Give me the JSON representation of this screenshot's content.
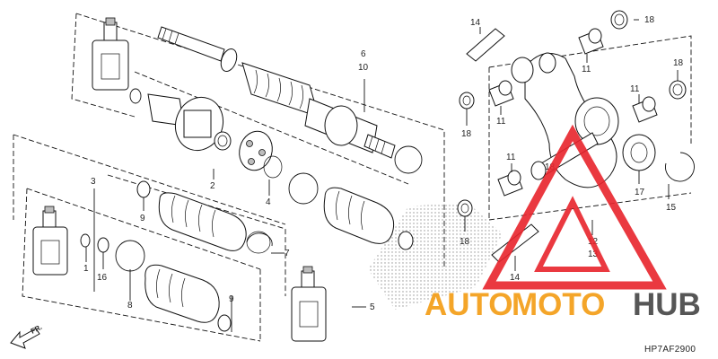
{
  "diagram": {
    "code": "HP7AF2900",
    "front_label": "FR.",
    "callouts": [
      "1",
      "2",
      "3",
      "4",
      "5",
      "6",
      "7",
      "8",
      "9",
      "9",
      "10",
      "11",
      "11",
      "11",
      "11",
      "12",
      "13",
      "14",
      "14",
      "15",
      "16",
      "17",
      "18",
      "18",
      "18",
      "18",
      "18"
    ]
  },
  "watermark": {
    "part1": "AUTO",
    "part2": "MOTO",
    "part3": "HUB",
    "accent_color": "#f39c12",
    "red_color": "#e8242c",
    "dark_color": "#444444"
  }
}
